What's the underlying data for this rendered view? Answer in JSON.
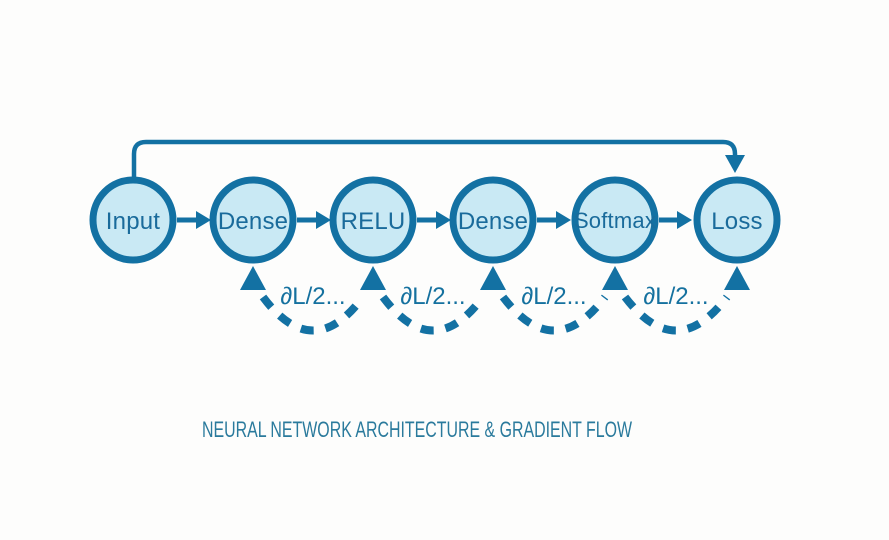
{
  "diagram": {
    "title": "NEURAL NETWORK ARCHITECTURE & GRADIENT FLOW",
    "nodes": [
      {
        "label": "Input"
      },
      {
        "label": "Dense"
      },
      {
        "label": "RELU"
      },
      {
        "label": "Dense"
      },
      {
        "label": "Softmax"
      },
      {
        "label": "Loss"
      }
    ],
    "forward_edges": [
      "Input->Dense",
      "Dense->RELU",
      "RELU->Dense",
      "Dense->Softmax",
      "Softmax->Loss"
    ],
    "skip_connection": "Input->Loss",
    "gradient_arcs": [
      {
        "between": "Dense-RELU",
        "label": "∂L/2..."
      },
      {
        "between": "RELU-Dense",
        "label": "∂L/2..."
      },
      {
        "between": "Dense-Softmax",
        "label": "∂L/2..."
      },
      {
        "between": "Softmax-Loss",
        "label": "∂L/2..."
      }
    ],
    "colors": {
      "accent_stroke": "#1371a3",
      "node_fill": "#c9e9f4",
      "node_text": "#1a6b9b",
      "gradient_label_text": "#15719f",
      "title_text": "#2a7a9c",
      "background": "#fdfdfc"
    }
  }
}
